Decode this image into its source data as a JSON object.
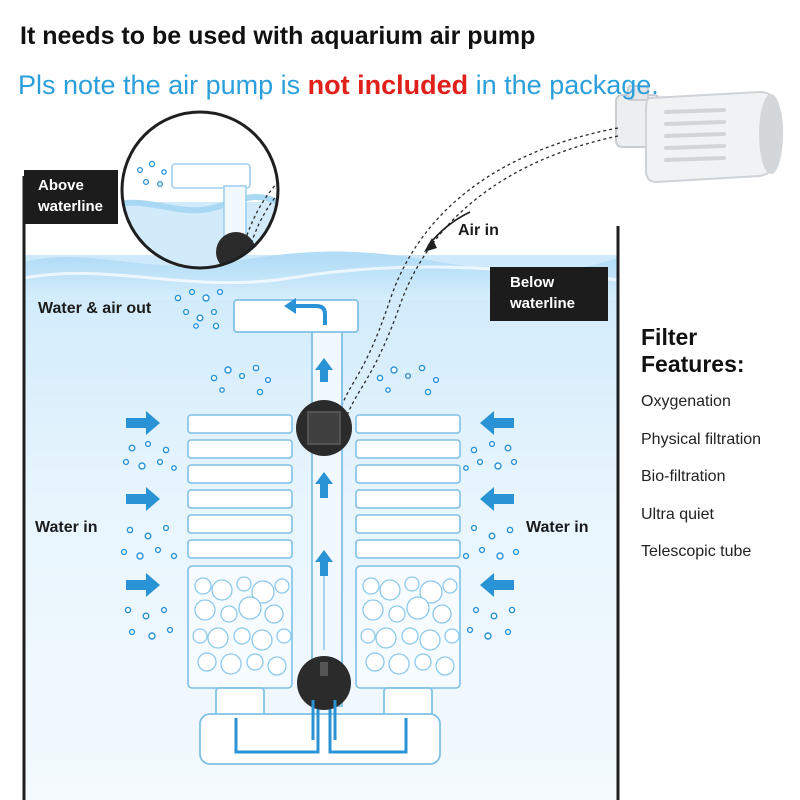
{
  "headline": "It needs to be used with aquarium air pump",
  "note": {
    "before": "Pls note the air pump is ",
    "emphasis": "not included",
    "after": " in the package."
  },
  "labels": {
    "above_waterline": "Above\nwaterline",
    "below_waterline": "Below\nwaterline",
    "air_in": "Air in",
    "water_air_out": "Water & air out",
    "water_in_left": "Water in",
    "water_in_right": "Water in"
  },
  "features": {
    "title": "Filter\nFeatures:",
    "items": [
      "Oxygenation",
      "Physical filtration",
      "Bio-filtration",
      "Ultra quiet",
      "Telescopic tube"
    ]
  },
  "colors": {
    "text_blue": "#2b9fdc",
    "text_red": "#e0201b",
    "water_light": "#e9f5fd",
    "water_deep": "#b9dff7",
    "arrow_blue": "#2a93d5",
    "tag_bg": "#1c1c1c"
  },
  "icons": [
    "air-pump-icon",
    "flow-arrow-icon",
    "bubble-icon",
    "magnifier-circle-icon"
  ]
}
